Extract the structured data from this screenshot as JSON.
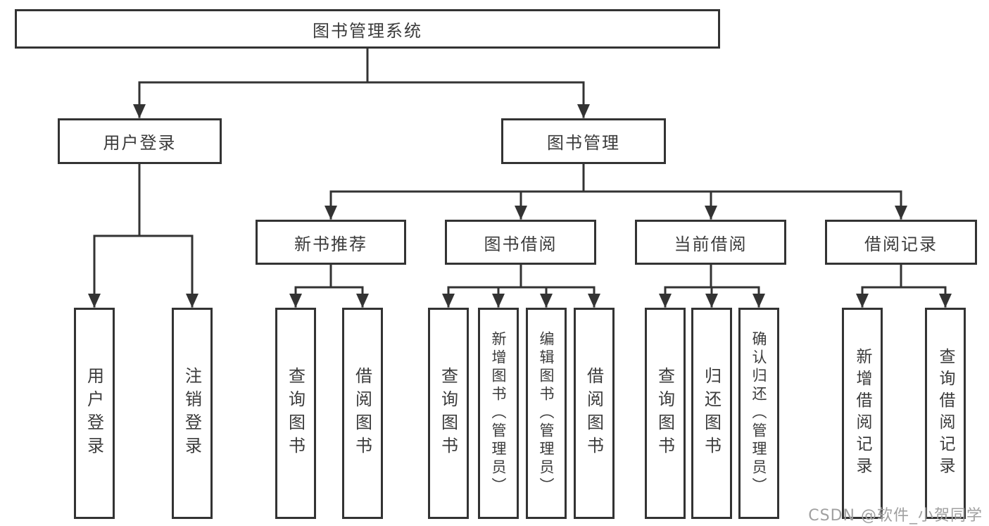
{
  "tree": {
    "label": "图书管理系统",
    "children": [
      {
        "label": "用户登录",
        "children": [
          {
            "label": "用户登录"
          },
          {
            "label": "注销登录"
          }
        ]
      },
      {
        "label": "图书管理",
        "children": [
          {
            "label": "新书推荐",
            "children": [
              {
                "label": "查询图书"
              },
              {
                "label": "借阅图书"
              }
            ]
          },
          {
            "label": "图书借阅",
            "children": [
              {
                "label": "查询图书"
              },
              {
                "label": "新增图书（管理员）"
              },
              {
                "label": "编辑图书（管理员）"
              },
              {
                "label": "借阅图书"
              }
            ]
          },
          {
            "label": "当前借阅",
            "children": [
              {
                "label": "查询图书"
              },
              {
                "label": "归还图书"
              },
              {
                "label": "确认归还（管理员）"
              }
            ]
          },
          {
            "label": "借阅记录",
            "children": [
              {
                "label": "新增借阅记录"
              },
              {
                "label": "查询借阅记录"
              }
            ]
          }
        ]
      }
    ]
  },
  "watermark": {
    "text": "CSDN @软件_小贺同学"
  },
  "colors": {
    "line": "#333333",
    "box_border": "#333333",
    "box_fill": "#ffffff",
    "text": "#3b3b3b",
    "watermark": "#a0a0a0"
  }
}
